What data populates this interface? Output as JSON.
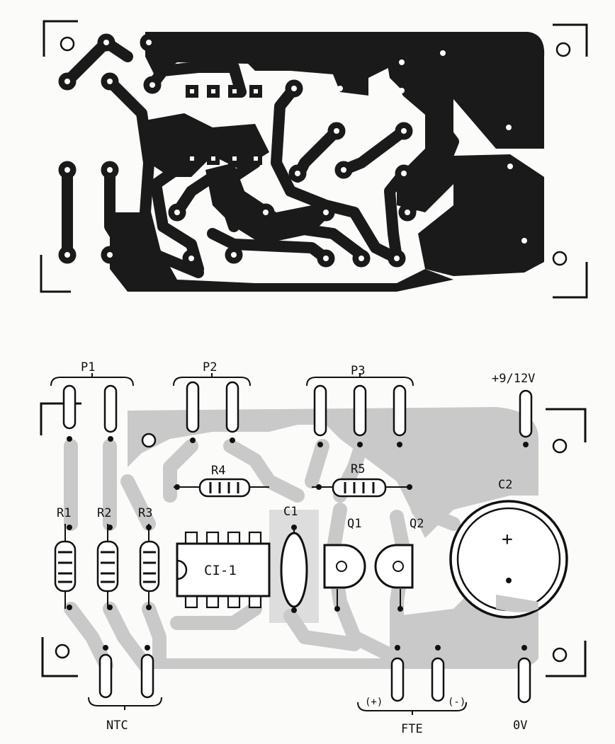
{
  "pcb_top": {
    "title": ""
  },
  "pcb_bottom": {
    "labels": {
      "p1": "P1",
      "p2": "P2",
      "p3": "P3",
      "supply": "+9/12V",
      "r1": "R1",
      "r2": "R2",
      "r3": "R3",
      "r4": "R4",
      "r5": "R5",
      "c1": "C1",
      "c2": "C2",
      "q1": "Q1",
      "q2": "Q2",
      "ic": "CI-1",
      "c2_polarity": "+",
      "ntc": "NTC",
      "fte": "FTE",
      "fte_plus": "(+)",
      "fte_minus": "(-)",
      "ground": "0V"
    }
  },
  "colors": {
    "copper": "#1a1a1a",
    "board_shade": "#c9c9c9",
    "background": "#fbfbf9",
    "ink": "#111111"
  }
}
